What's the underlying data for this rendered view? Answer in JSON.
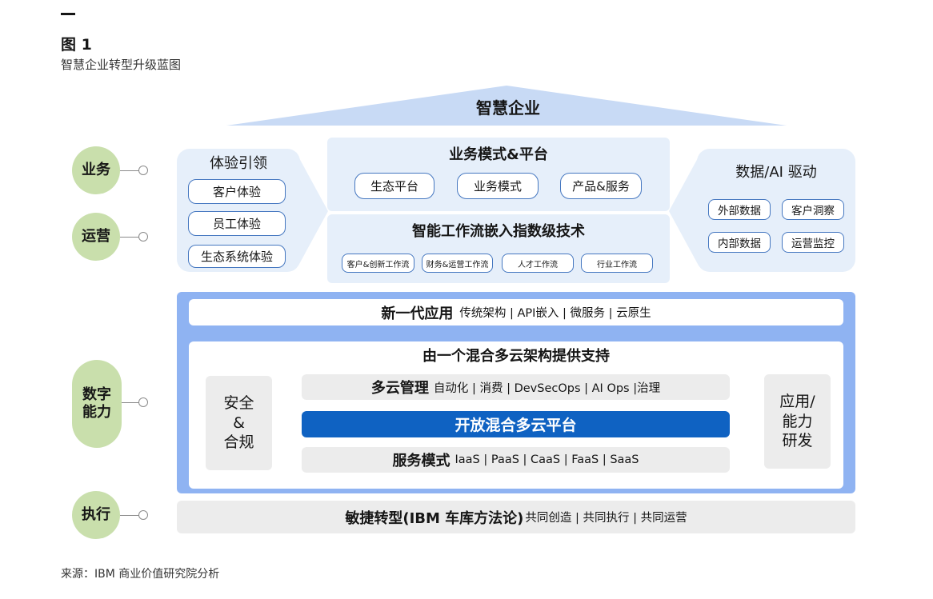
{
  "header": {
    "figure_number": "图 1",
    "subtitle": "智慧企业转型升级蓝图"
  },
  "roof": {
    "title": "智慧企业"
  },
  "left_labels": {
    "business": "业务",
    "operations": "运营",
    "digital_line1": "数字",
    "digital_line2": "能力",
    "execution": "执行"
  },
  "experience": {
    "title": "体验引领",
    "items": [
      "客户体验",
      "员工体验",
      "生态系统体验"
    ]
  },
  "business_model": {
    "title": "业务模式&平台",
    "items": [
      "生态平台",
      "业务模式",
      "产品&服务"
    ]
  },
  "workflow": {
    "title": "智能工作流嵌入指数级技术",
    "items": [
      "客户&创新工作流",
      "财务&运营工作流",
      "人才工作流",
      "行业工作流"
    ]
  },
  "data_ai": {
    "title": "数据/AI 驱动",
    "items": [
      "外部数据",
      "客户洞察",
      "内部数据",
      "运营监控"
    ]
  },
  "new_apps": {
    "title": "新一代应用",
    "detail": "传统架构 | API嵌入 | 微服务 | 云原生"
  },
  "hybrid": {
    "title": "由一个混合多云架构提供支持",
    "security_line1": "安全",
    "security_line2": "&",
    "security_line3": "合规",
    "rd_line1": "应用/",
    "rd_line2": "能力",
    "rd_line3": "研发",
    "multicloud_title": "多云管理",
    "multicloud_detail": "自动化 | 消费 | DevSecOps | AI Ops |治理",
    "platform": "开放混合多云平台",
    "service_title": "服务模式",
    "service_detail": "IaaS | PaaS | CaaS | FaaS | SaaS"
  },
  "agile": {
    "title": "敏捷转型(IBM 车库方法论)",
    "detail": "共同创造 | 共同执行 | 共同运营"
  },
  "source": "来源：IBM 商业价值研究院分析",
  "colors": {
    "accent_blue": "#0f62c2",
    "light_blue": "#e6effa",
    "border_blue": "#4577c0",
    "green_circle": "#c9dfac",
    "frame_blue": "#8fb3f2"
  }
}
